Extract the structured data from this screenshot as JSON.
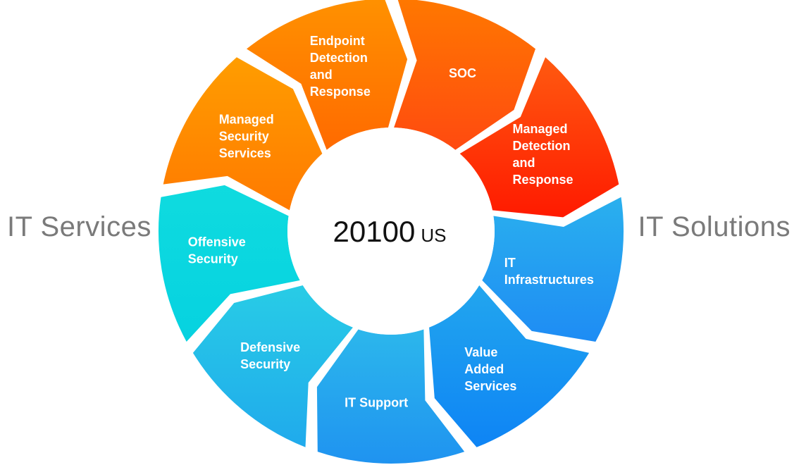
{
  "left_label": "IT Services",
  "right_label": "IT Solutions",
  "center": {
    "value": "20100",
    "unit": "US"
  },
  "segments": [
    {
      "label": [
        "Managed",
        "Security",
        "Services"
      ],
      "color_top": "#ff9d00",
      "color_bottom": "#ff7a00"
    },
    {
      "label": [
        "Endpoint",
        "Detection",
        "and",
        "Response"
      ],
      "color_top": "#ff9100",
      "color_bottom": "#ff6a00"
    },
    {
      "label": [
        "SOC"
      ],
      "color_top": "#ff7800",
      "color_bottom": "#ff4a10"
    },
    {
      "label": [
        "Managed",
        "Detection",
        "and",
        "Response"
      ],
      "color_top": "#ff5a10",
      "color_bottom": "#ff1a00"
    },
    {
      "label": [
        "IT",
        "Infrastructures"
      ],
      "color_top": "#2ab0ee",
      "color_bottom": "#1e8cf4"
    },
    {
      "label": [
        "Value",
        "Added",
        "Services"
      ],
      "color_top": "#22a6ee",
      "color_bottom": "#0e84f5"
    },
    {
      "label": [
        "IT Support"
      ],
      "color_top": "#2cb7ec",
      "color_bottom": "#1f93f0"
    },
    {
      "label": [
        "Defensive",
        "Security"
      ],
      "color_top": "#28cce6",
      "color_bottom": "#20aaec"
    },
    {
      "label": [
        "Offensive",
        "Security"
      ],
      "color_top": "#0fdbdf",
      "color_bottom": "#06d2e0"
    }
  ]
}
